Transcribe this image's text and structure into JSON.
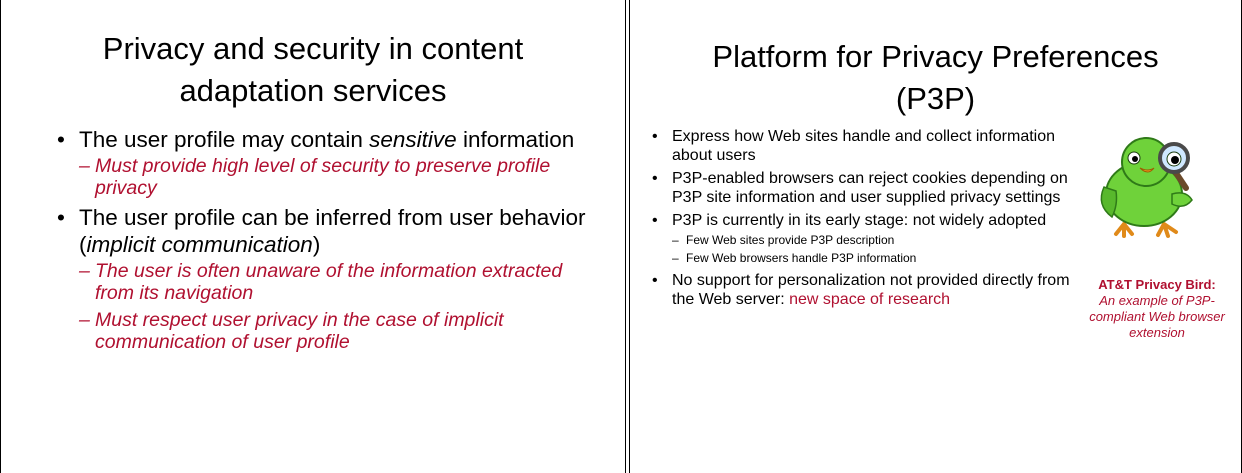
{
  "left_slide": {
    "title_line1": "Privacy and security in content",
    "title_line2": "adaptation services",
    "bullet1": {
      "pre": "The user profile may contain ",
      "emph": "sensitive",
      "post": " information",
      "sub1": "Must provide high level of security to preserve profile privacy"
    },
    "bullet2": {
      "pre": "The user profile can be inferred from user behavior (",
      "emph": "implicit communication",
      "post": ")",
      "sub1": "The user is often unaware of the information extracted from its navigation",
      "sub2": "Must respect user privacy in the case of implicit communication of user profile"
    }
  },
  "right_slide": {
    "title_line1": "Platform for Privacy Preferences",
    "title_line2": "(P3P)",
    "bullets": [
      "Express how Web sites handle and collect information about users",
      "P3P-enabled browsers can reject cookies depending on P3P site information and user supplied privacy settings",
      "P3P is currently in its early stage: not widely adopted"
    ],
    "sub_bullets": [
      "Few Web sites provide P3P description",
      "Few Web browsers handle P3P information"
    ],
    "bullet4_pre": "No support for personalization not provided directly from the Web server: ",
    "bullet4_highlight": "new space of research",
    "caption_title": "AT&T Privacy Bird:",
    "caption_text": "An example of P3P-compliant Web browser extension",
    "bird_icon": "privacy-bird-icon"
  },
  "colors": {
    "accent_red": "#b01030",
    "bird_green": "#6fd23a"
  }
}
